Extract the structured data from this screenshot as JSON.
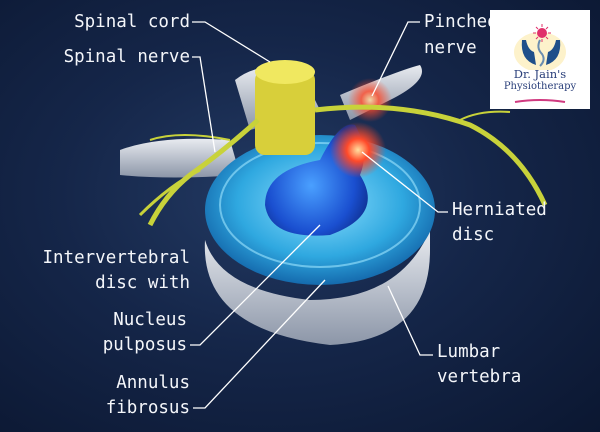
{
  "labels": {
    "spinal_cord": "Spinal cord",
    "spinal_nerve": "Spinal nerve",
    "pinched_nerve_1": "Pinched",
    "pinched_nerve_2": "nerve",
    "herniated_1": "Herniated",
    "herniated_2": "disc",
    "intervertebral_1": "Intervertebral",
    "intervertebral_2": "disc with",
    "nucleus_1": "Nucleus",
    "nucleus_2": "pulposus",
    "annulus_1": "Annulus",
    "annulus_2": "fibrosus",
    "lumbar_1": "Lumbar",
    "lumbar_2": "vertebra"
  },
  "logo": {
    "line1": "Dr. Jain's",
    "line2": "Physiotherapy"
  },
  "colors": {
    "background": "#152649",
    "disc": "#3fb6e6",
    "nucleus": "#1a5fd6",
    "nerve": "#c8d23a",
    "inflammation": "#ff4a2a"
  }
}
